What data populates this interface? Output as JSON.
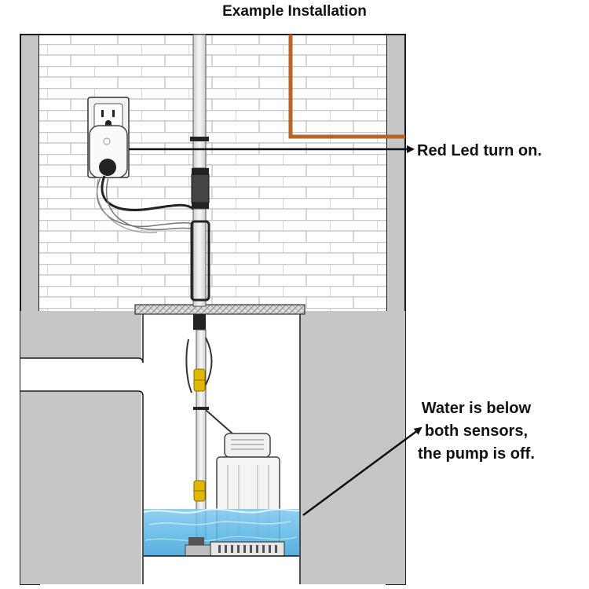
{
  "title": "Example Installation",
  "callouts": {
    "led": "Red Led turn on.",
    "water_lines": [
      "Water is below",
      "both sensors,",
      "the pump is off."
    ]
  },
  "colors": {
    "brick_wall": "#ffffff",
    "mortar": "#c8c8c8",
    "concrete": "#c6c6c6",
    "copper_pipe": "#b8652a",
    "water": "#5bb7e6",
    "sensor": "#e0b800",
    "pipe": "#e4e4e4",
    "outline": "#1a1a1a"
  },
  "icons": [
    "wall-outlet-icon",
    "pump-controller-icon",
    "float-sensor-icon",
    "sump-pump-icon"
  ]
}
